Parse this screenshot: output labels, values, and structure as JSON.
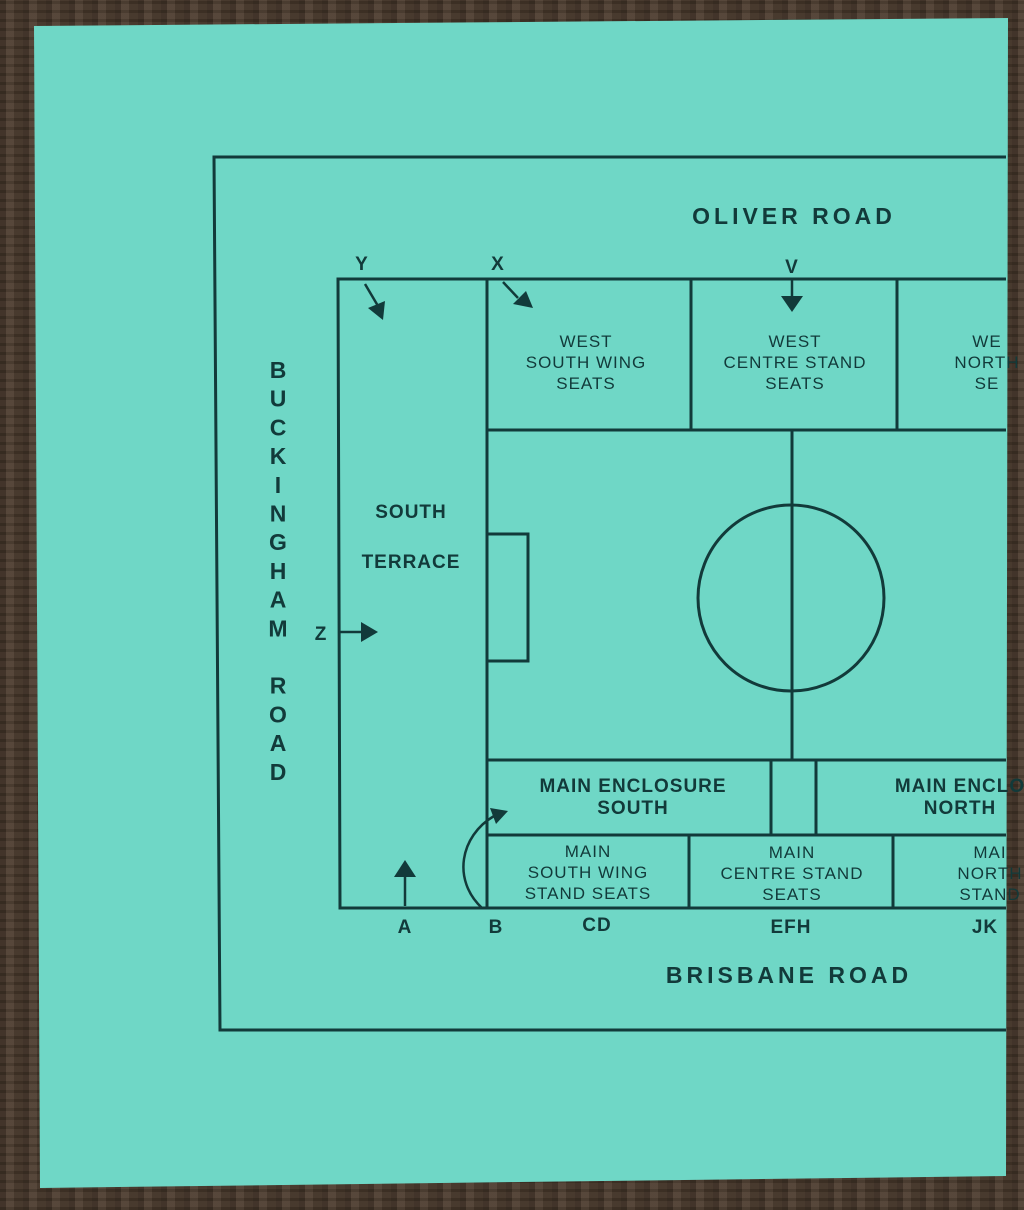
{
  "roads": {
    "top": "OLIVER ROAD",
    "bottom": "BRISBANE ROAD",
    "left_letters": [
      "B",
      "U",
      "C",
      "K",
      "I",
      "N",
      "G",
      "H",
      "A",
      "M",
      " ",
      "R",
      "O",
      "A",
      "D"
    ]
  },
  "gates": {
    "y": "Y",
    "x": "X",
    "v": "V",
    "z": "Z",
    "a": "A",
    "b": "B",
    "cd": "CD",
    "efh": "EFH",
    "jk": "JK"
  },
  "stands": {
    "west_south_wing": [
      "WEST",
      "SOUTH WING",
      "SEATS"
    ],
    "west_centre": [
      "WEST",
      "CENTRE STAND",
      "SEATS"
    ],
    "west_north": [
      "WE",
      "NORTH",
      "SE"
    ],
    "south_terrace": [
      "SOUTH",
      "TERRACE"
    ],
    "main_enclosure_south": [
      "MAIN ENCLOSURE",
      "SOUTH"
    ],
    "main_enclosure_north": [
      "MAIN ENCLO",
      "NORTH"
    ],
    "main_south_wing": [
      "MAIN",
      "SOUTH WING",
      "STAND SEATS"
    ],
    "main_centre": [
      "MAIN",
      "CENTRE STAND",
      "SEATS"
    ],
    "main_north": [
      "MAI",
      "NORTH",
      "STAND"
    ]
  }
}
